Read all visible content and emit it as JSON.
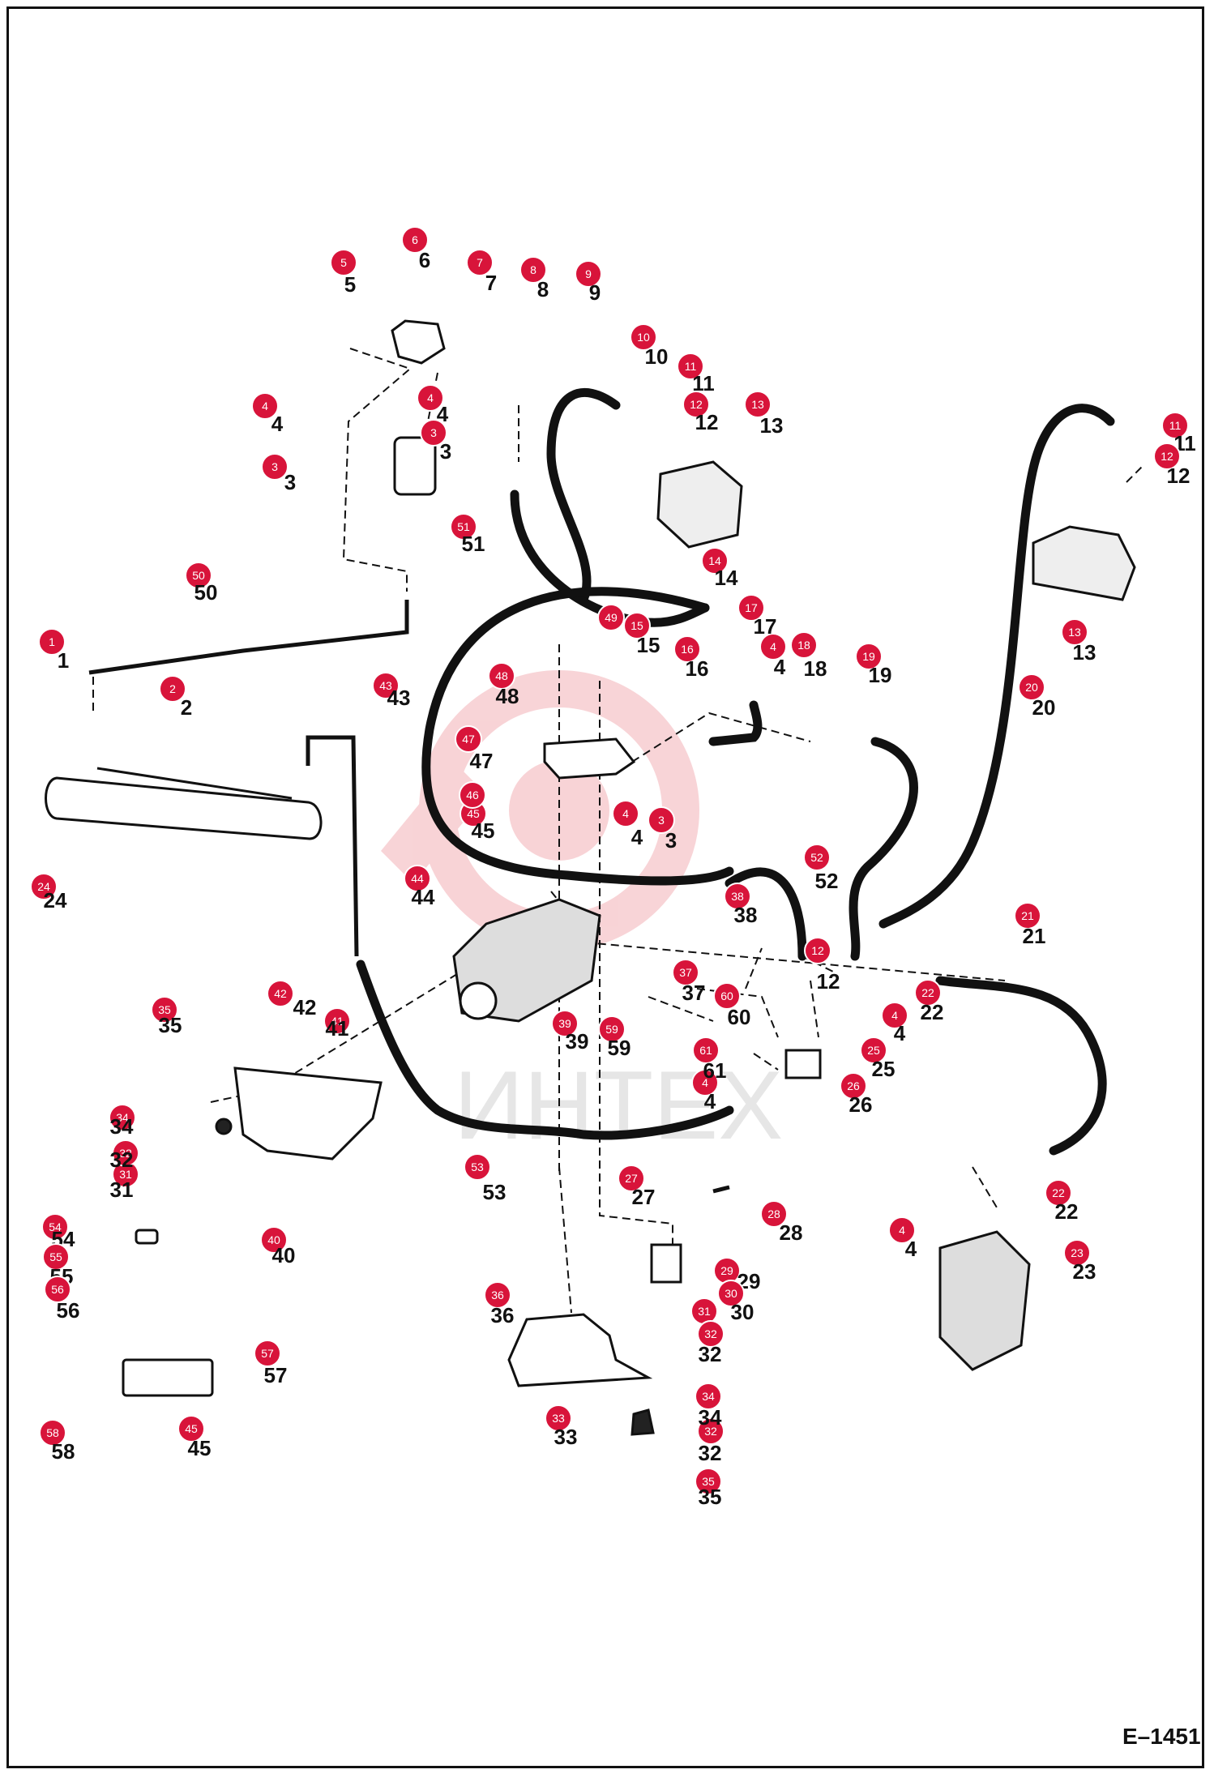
{
  "figure_code": "E–1451",
  "watermark": "ИНТЕХ",
  "colors": {
    "callout_fill": "#d8143a",
    "callout_text": "#ffffff",
    "line": "#111111",
    "watermark": "#f3b0b6"
  },
  "callouts": [
    {
      "n": "1",
      "c": [
        64,
        792
      ],
      "l": [
        78,
        812
      ]
    },
    {
      "n": "2",
      "c": [
        213,
        850
      ],
      "l": [
        230,
        870
      ]
    },
    {
      "n": "3",
      "c": [
        339,
        576
      ],
      "l": [
        358,
        592
      ]
    },
    {
      "n": "3",
      "c": [
        535,
        534
      ],
      "l": [
        550,
        554
      ]
    },
    {
      "n": "3",
      "c": [
        816,
        1012
      ],
      "l": [
        828,
        1034
      ]
    },
    {
      "n": "4",
      "c": [
        327,
        501
      ],
      "l": [
        342,
        520
      ]
    },
    {
      "n": "4",
      "c": [
        531,
        491
      ],
      "l": [
        546,
        508
      ]
    },
    {
      "n": "4",
      "c": [
        772,
        1004
      ],
      "l": [
        786,
        1030
      ]
    },
    {
      "n": "4",
      "c": [
        954,
        798
      ],
      "l": [
        962,
        820
      ]
    },
    {
      "n": "4",
      "c": [
        1104,
        1253
      ],
      "l": [
        1110,
        1272
      ]
    },
    {
      "n": "4",
      "c": [
        870,
        1336
      ],
      "l": [
        876,
        1356
      ]
    },
    {
      "n": "4",
      "c": [
        1113,
        1518
      ],
      "l": [
        1124,
        1538
      ]
    },
    {
      "n": "5",
      "c": [
        424,
        324
      ],
      "l": [
        432,
        348
      ]
    },
    {
      "n": "6",
      "c": [
        512,
        296
      ],
      "l": [
        524,
        318
      ]
    },
    {
      "n": "7",
      "c": [
        592,
        324
      ],
      "l": [
        606,
        346
      ]
    },
    {
      "n": "8",
      "c": [
        658,
        333
      ],
      "l": [
        670,
        354
      ]
    },
    {
      "n": "9",
      "c": [
        726,
        338
      ],
      "l": [
        734,
        358
      ]
    },
    {
      "n": "10",
      "c": [
        794,
        416
      ],
      "l": [
        810,
        437
      ]
    },
    {
      "n": "11",
      "c": [
        852,
        452
      ],
      "l": [
        868,
        470
      ]
    },
    {
      "n": "11",
      "c": [
        1450,
        525
      ],
      "l": [
        1462,
        544
      ]
    },
    {
      "n": "12",
      "c": [
        859,
        499
      ],
      "l": [
        872,
        518
      ]
    },
    {
      "n": "12",
      "c": [
        1440,
        563
      ],
      "l": [
        1454,
        584
      ]
    },
    {
      "n": "12",
      "c": [
        1009,
        1173
      ],
      "l": [
        1022,
        1208
      ]
    },
    {
      "n": "13",
      "c": [
        935,
        499
      ],
      "l": [
        952,
        522
      ]
    },
    {
      "n": "13",
      "c": [
        1326,
        780
      ],
      "l": [
        1338,
        802
      ]
    },
    {
      "n": "14",
      "c": [
        882,
        692
      ],
      "l": [
        896,
        710
      ]
    },
    {
      "n": "15",
      "c": [
        786,
        772
      ],
      "l": [
        800,
        793
      ]
    },
    {
      "n": "16",
      "c": [
        848,
        801
      ],
      "l": [
        860,
        822
      ]
    },
    {
      "n": "17",
      "c": [
        927,
        750
      ],
      "l": [
        944,
        770
      ]
    },
    {
      "n": "18",
      "c": [
        992,
        796
      ],
      "l": [
        1006,
        822
      ]
    },
    {
      "n": "19",
      "c": [
        1072,
        810
      ],
      "l": [
        1086,
        830
      ]
    },
    {
      "n": "20",
      "c": [
        1273,
        848
      ],
      "l": [
        1288,
        870
      ]
    },
    {
      "n": "21",
      "c": [
        1268,
        1130
      ],
      "l": [
        1276,
        1152
      ]
    },
    {
      "n": "22",
      "c": [
        1145,
        1225
      ],
      "l": [
        1150,
        1246
      ]
    },
    {
      "n": "22",
      "c": [
        1306,
        1472
      ],
      "l": [
        1316,
        1492
      ]
    },
    {
      "n": "23",
      "c": [
        1329,
        1546
      ],
      "l": [
        1338,
        1566
      ]
    },
    {
      "n": "24",
      "c": [
        54,
        1094
      ],
      "l": [
        68,
        1108
      ]
    },
    {
      "n": "25",
      "c": [
        1078,
        1296
      ],
      "l": [
        1090,
        1316
      ]
    },
    {
      "n": "26",
      "c": [
        1053,
        1340
      ],
      "l": [
        1062,
        1360
      ]
    },
    {
      "n": "27",
      "c": [
        779,
        1454
      ],
      "l": [
        794,
        1474
      ]
    },
    {
      "n": "28",
      "c": [
        955,
        1498
      ],
      "l": [
        976,
        1518
      ]
    },
    {
      "n": "29",
      "c": [
        897,
        1568
      ],
      "l": [
        924,
        1578
      ]
    },
    {
      "n": "30",
      "c": [
        902,
        1596
      ],
      "l": [
        916,
        1616
      ]
    },
    {
      "n": "31",
      "c": [
        869,
        1618
      ],
      "l": null
    },
    {
      "n": "31",
      "c": [
        155,
        1449
      ],
      "l": [
        150,
        1465
      ]
    },
    {
      "n": "32",
      "c": [
        877,
        1646
      ],
      "l": [
        876,
        1668
      ]
    },
    {
      "n": "32",
      "c": [
        877,
        1766
      ],
      "l": [
        876,
        1790
      ]
    },
    {
      "n": "32",
      "c": [
        155,
        1423
      ],
      "l": [
        150,
        1428
      ]
    },
    {
      "n": "33",
      "c": [
        689,
        1750
      ],
      "l": [
        698,
        1770
      ]
    },
    {
      "n": "34",
      "c": [
        874,
        1723
      ],
      "l": [
        876,
        1746
      ]
    },
    {
      "n": "34",
      "c": [
        151,
        1379
      ],
      "l": [
        150,
        1387
      ]
    },
    {
      "n": "35",
      "c": [
        874,
        1828
      ],
      "l": [
        876,
        1844
      ]
    },
    {
      "n": "35",
      "c": [
        203,
        1246
      ],
      "l": [
        210,
        1262
      ]
    },
    {
      "n": "36",
      "c": [
        614,
        1598
      ],
      "l": [
        620,
        1620
      ]
    },
    {
      "n": "37",
      "c": [
        846,
        1200
      ],
      "l": [
        856,
        1222
      ]
    },
    {
      "n": "38",
      "c": [
        910,
        1106
      ],
      "l": [
        920,
        1126
      ]
    },
    {
      "n": "39",
      "c": [
        697,
        1263
      ],
      "l": [
        712,
        1282
      ]
    },
    {
      "n": "40",
      "c": [
        338,
        1530
      ],
      "l": [
        350,
        1546
      ]
    },
    {
      "n": "41",
      "c": [
        416,
        1260
      ],
      "l": [
        416,
        1266
      ]
    },
    {
      "n": "42",
      "c": [
        346,
        1226
      ],
      "l": [
        376,
        1240
      ]
    },
    {
      "n": "43",
      "c": [
        476,
        846
      ],
      "l": [
        492,
        858
      ]
    },
    {
      "n": "44",
      "c": [
        515,
        1084
      ],
      "l": [
        522,
        1104
      ]
    },
    {
      "n": "45",
      "c": [
        584,
        1004
      ],
      "l": [
        596,
        1022
      ]
    },
    {
      "n": "45",
      "c": [
        236,
        1763
      ],
      "l": [
        246,
        1784
      ]
    },
    {
      "n": "46",
      "c": [
        583,
        981
      ],
      "l": null
    },
    {
      "n": "47",
      "c": [
        578,
        912
      ],
      "l": [
        594,
        936
      ]
    },
    {
      "n": "48",
      "c": [
        619,
        834
      ],
      "l": [
        626,
        856
      ]
    },
    {
      "n": "49",
      "c": [
        754,
        762
      ],
      "l": null
    },
    {
      "n": "50",
      "c": [
        245,
        710
      ],
      "l": [
        254,
        728
      ]
    },
    {
      "n": "51",
      "c": [
        572,
        650
      ],
      "l": [
        584,
        668
      ]
    },
    {
      "n": "52",
      "c": [
        1008,
        1058
      ],
      "l": [
        1020,
        1084
      ]
    },
    {
      "n": "53",
      "c": [
        589,
        1440
      ],
      "l": [
        610,
        1468
      ]
    },
    {
      "n": "54",
      "c": [
        68,
        1514
      ],
      "l": [
        78,
        1526
      ]
    },
    {
      "n": "55",
      "c": [
        69,
        1551
      ],
      "l": [
        76,
        1572
      ]
    },
    {
      "n": "56",
      "c": [
        71,
        1591
      ],
      "l": [
        84,
        1614
      ]
    },
    {
      "n": "57",
      "c": [
        330,
        1670
      ],
      "l": [
        340,
        1694
      ]
    },
    {
      "n": "58",
      "c": [
        65,
        1768
      ],
      "l": [
        78,
        1788
      ]
    },
    {
      "n": "59",
      "c": [
        755,
        1270
      ],
      "l": [
        764,
        1290
      ]
    },
    {
      "n": "60",
      "c": [
        897,
        1229
      ],
      "l": [
        912,
        1252
      ]
    },
    {
      "n": "61",
      "c": [
        871,
        1296
      ],
      "l": [
        882,
        1318
      ]
    }
  ]
}
